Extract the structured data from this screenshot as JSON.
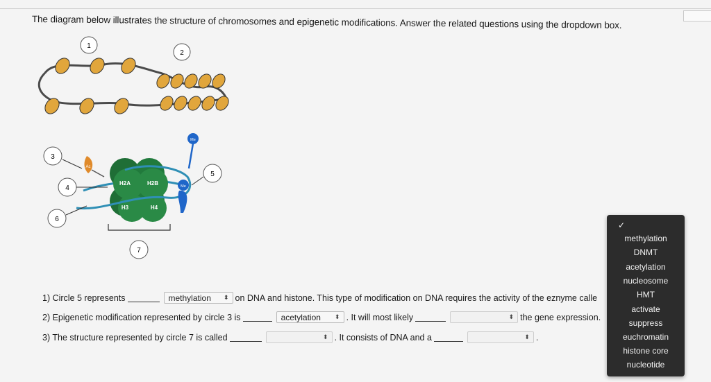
{
  "instructions": "The diagram below illustrates the structure of chromosomes and epigenetic modifications. Answer the related questions using the dropdown box.",
  "diagram": {
    "circle_labels": [
      "1",
      "2",
      "3",
      "4",
      "5",
      "6",
      "7"
    ],
    "histone_labels": {
      "h2a": "H2A",
      "h2b": "H2B",
      "h3": "H3",
      "h4": "H4"
    },
    "mark_labels": {
      "ac": "Ac",
      "me": "Me"
    }
  },
  "questions": [
    {
      "prefix": "1) Circle 5 represents",
      "selected": "methylation",
      "suffix": "on DNA and histone. This type of modification on DNA requires the activity of the eznyme calle"
    },
    {
      "prefix": "2) Epigenetic modification represented by circle 3 is",
      "selected": "acetylation",
      "mid": ". It will most likely",
      "selected2": "",
      "suffix": "the gene expression."
    },
    {
      "prefix": "3) The structure represented by circle 7 is called",
      "selected": "",
      "mid": ". It consists of DNA and a",
      "selected2": "",
      "suffix": "."
    }
  ],
  "dropdown": {
    "check": "✓",
    "options": [
      "methylation",
      "DNMT",
      "acetylation",
      "nucleosome",
      "HMT",
      "activate",
      "suppress",
      "euchromatin",
      "histone core",
      "nucleotide"
    ]
  },
  "colors": {
    "bead": "#e1a63c",
    "dna": "#4a4a4a",
    "histone": "#217a3c",
    "ac_tag": "#e08a2a",
    "me_tag": "#1f66c9",
    "dna_wrap": "#2f8fb5",
    "dropdown_bg": "#2c2c2c"
  },
  "icons": {
    "select_arrow": "updown-arrow-icon",
    "check": "check-icon"
  }
}
